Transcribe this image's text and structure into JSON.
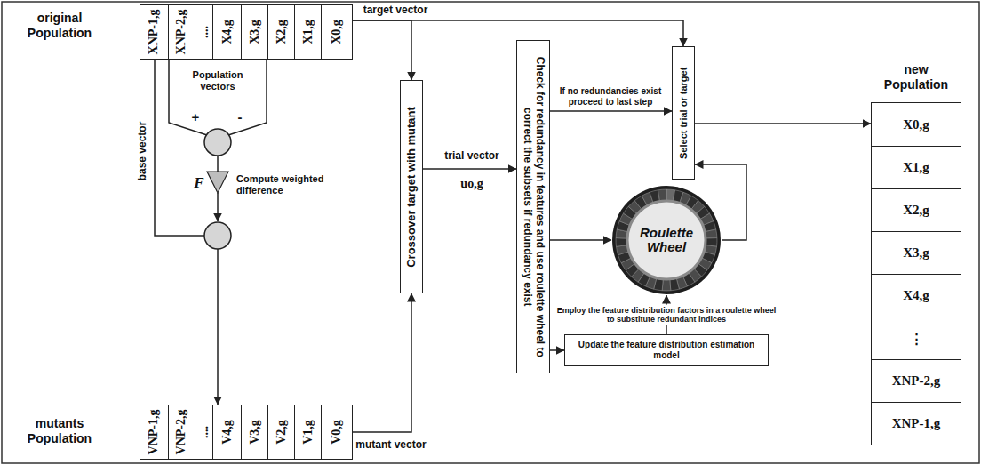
{
  "diagram": {
    "nodes": [
      {
        "text": [
          "original Population"
        ]
      },
      {
        "text": [
          "XNP-1,g"
        ],
        "in": 0
      },
      {
        "text": [
          "XNP-2,g"
        ],
        "in": 0
      },
      {
        "text": [
          "...."
        ],
        "in": 0
      },
      {
        "text": [
          "X4,g"
        ],
        "in": 0
      },
      {
        "text": [
          "X3,g"
        ],
        "in": 0
      },
      {
        "text": [
          "X2,g"
        ],
        "in": 0
      },
      {
        "text": [
          "X1,g"
        ],
        "in": 0
      },
      {
        "text": [
          "X0,g"
        ],
        "in": 0
      },
      {
        "text": [
          "Crossover target with mutant"
        ]
      },
      {
        "text": [
          "Check for redundancy in features and use roulette wheel to correct the subsets if redundancy exist"
        ]
      },
      {
        "text": [
          "Roulette Wheel"
        ]
      },
      {
        "text": [
          "Update the feature distribution estimation model"
        ]
      },
      {
        "text": [
          "Select trial or target"
        ]
      },
      {
        "text": [
          "new Population"
        ]
      },
      {
        "text": [
          "X0,g"
        ],
        "in": 14
      },
      {
        "text": [
          "X1,g"
        ],
        "in": 14
      },
      {
        "text": [
          "X2,g"
        ],
        "in": 14
      },
      {
        "text": [
          "X3,g"
        ],
        "in": 14
      },
      {
        "text": [
          "X4,g"
        ],
        "in": 14
      },
      {
        "text": [
          "⋮"
        ],
        "in": 14
      },
      {
        "text": [
          "XNP-2,g"
        ],
        "in": 14
      },
      {
        "text": [
          "XNP-1,g"
        ],
        "in": 14
      },
      {
        "text": [
          "mutants Population"
        ]
      },
      {
        "text": [
          "VNP-1,g"
        ],
        "in": 23
      },
      {
        "text": [
          "VNP-2,g"
        ],
        "in": 23
      },
      {
        "text": [
          "...."
        ],
        "in": 23
      },
      {
        "text": [
          "V4,g"
        ],
        "in": 23
      },
      {
        "text": [
          "V3,g"
        ],
        "in": 23
      },
      {
        "text": [
          "V2,g"
        ],
        "in": 23
      },
      {
        "text": [
          "V1,g"
        ],
        "in": 23
      },
      {
        "text": [
          "V0,g"
        ],
        "in": 23
      }
    ],
    "edges": [
      {
        "from": 0,
        "to": 23,
        "arrow": "to",
        "label": "base vector"
      },
      {
        "from": 8,
        "to": 13,
        "arrow": "to",
        "label": "target vector"
      },
      {
        "from": 8,
        "to": 9,
        "arrow": "to"
      },
      {
        "from": 31,
        "to": 9,
        "arrow": "to",
        "label": "mutant vector"
      },
      {
        "from": 9,
        "to": 10,
        "arrow": "to",
        "label": "trial vector"
      },
      {
        "from": 10,
        "to": 13,
        "arrow": "to",
        "label": "If no redundancies exist proceed to last step"
      },
      {
        "from": 10,
        "to": 11,
        "arrow": "to"
      },
      {
        "from": 11,
        "to": 13,
        "arrow": "to"
      },
      {
        "from": 10,
        "to": 12,
        "arrow": "to"
      },
      {
        "from": 12,
        "to": 11,
        "arrow": "to",
        "label": "Employ the feature distribution factors in a roulette wheel to substitute redundant indices"
      },
      {
        "from": 13,
        "to": 14,
        "arrow": "to"
      }
    ],
    "labels": [
      "Population vectors",
      "+",
      "-",
      "F",
      "Compute weighted difference",
      "uo,g"
    ]
  }
}
